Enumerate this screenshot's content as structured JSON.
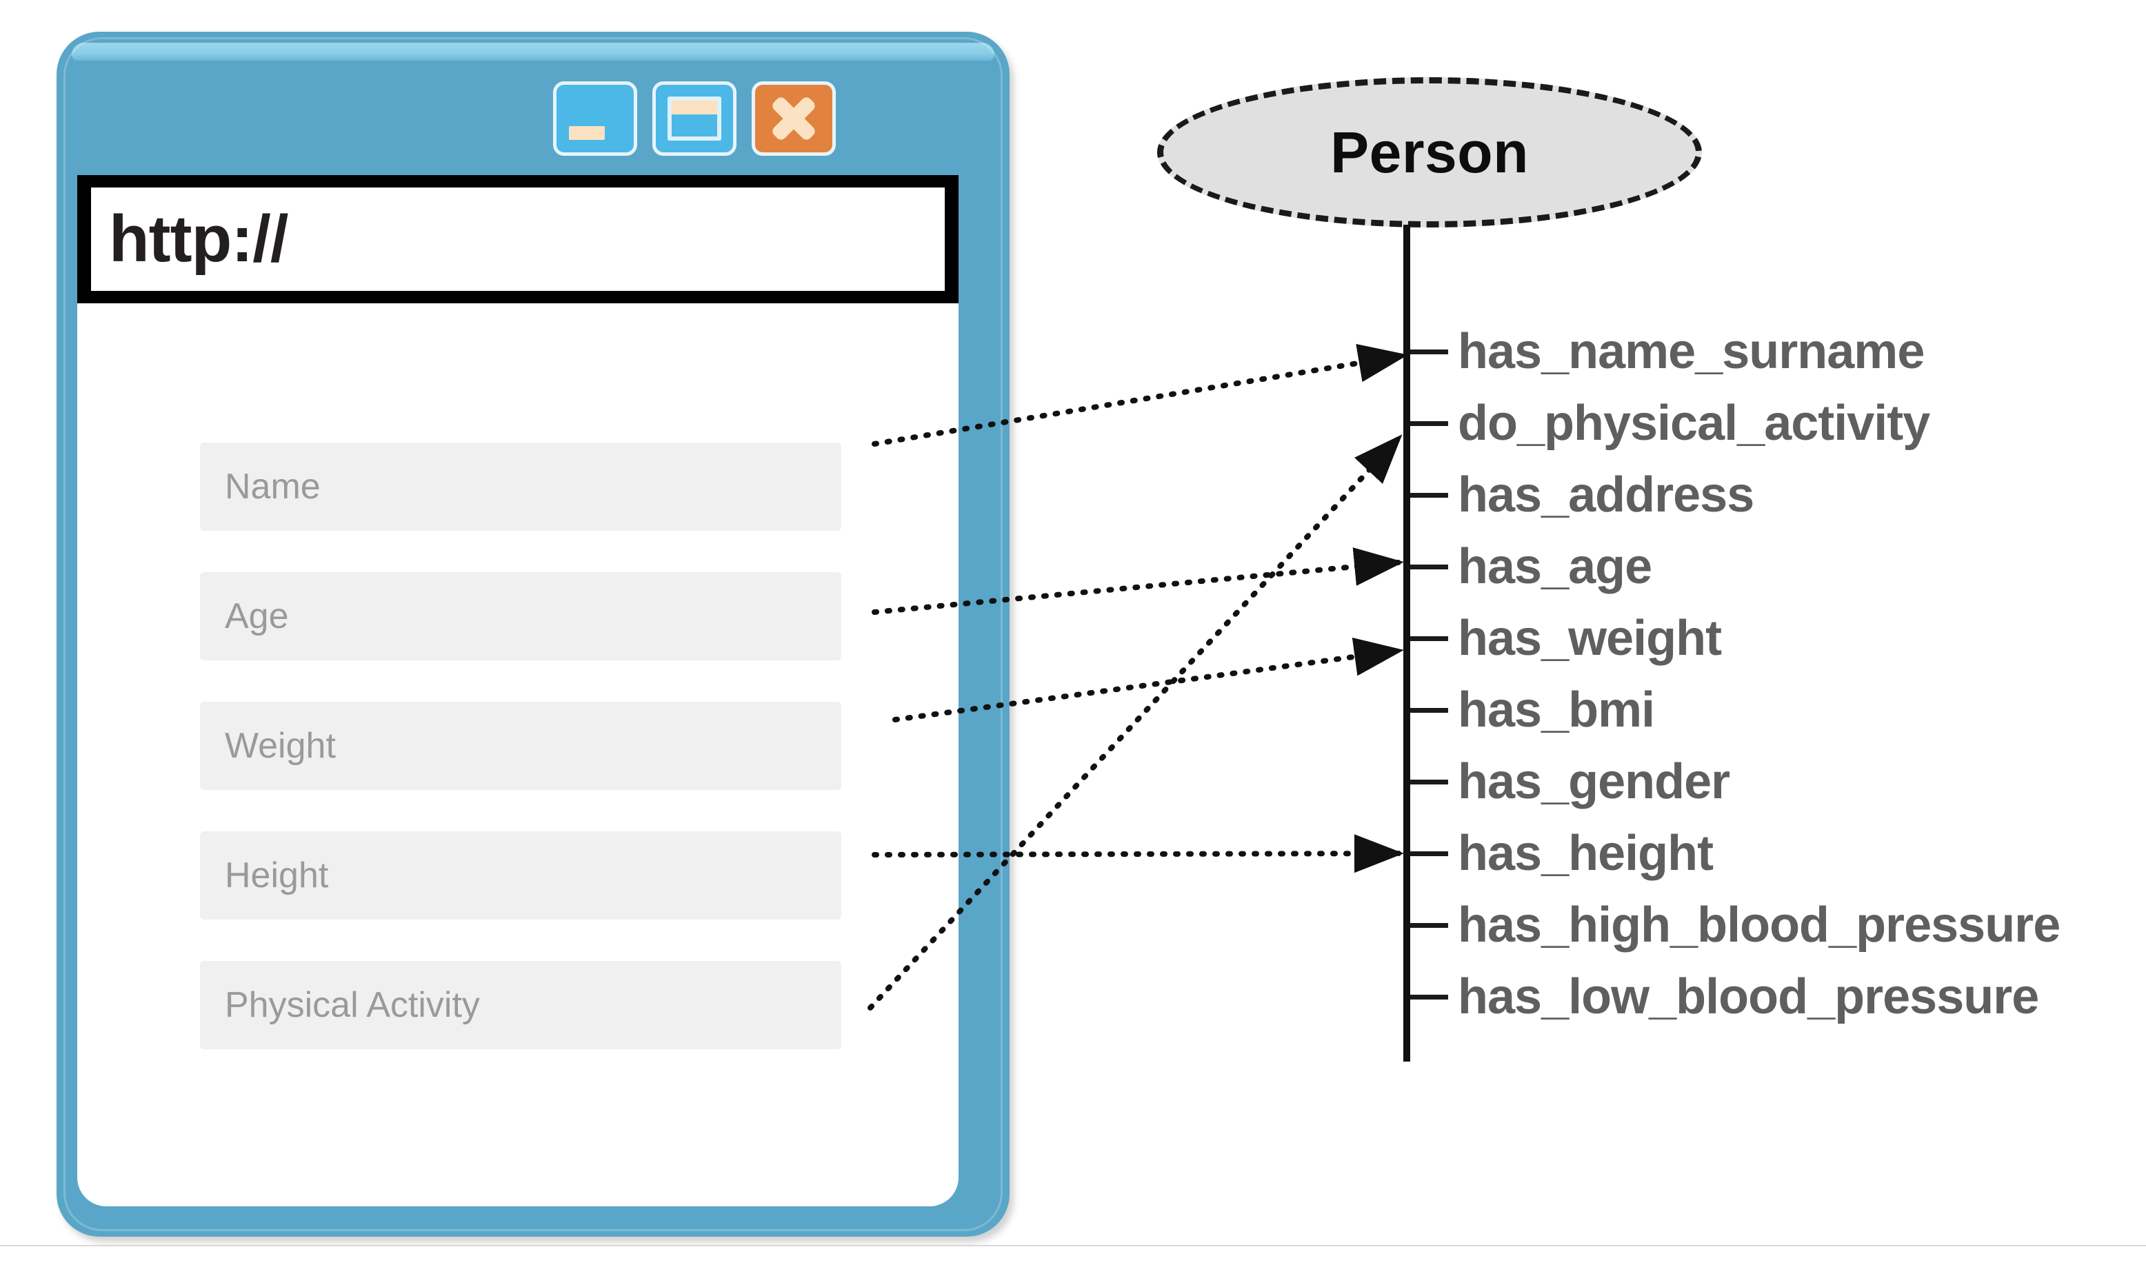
{
  "browser": {
    "url_value": "http://",
    "url_placeholder": "http://",
    "controls": [
      {
        "name": "minimize",
        "icon": "minimize-icon",
        "label": "Minimize"
      },
      {
        "name": "maximize",
        "icon": "maximize-icon",
        "label": "Maximize"
      },
      {
        "name": "close",
        "icon": "close-icon",
        "label": "Close"
      }
    ],
    "form_fields": [
      {
        "placeholder": "Name",
        "value": ""
      },
      {
        "placeholder": "Age",
        "value": ""
      },
      {
        "placeholder": "Weight",
        "value": ""
      },
      {
        "placeholder": "Height",
        "value": ""
      },
      {
        "placeholder": "Physical Activity",
        "value": ""
      }
    ]
  },
  "ontology": {
    "class_label": "Person",
    "properties": [
      {
        "label": "has_name_surname"
      },
      {
        "label": "do_physical_activity"
      },
      {
        "label": "has_address"
      },
      {
        "label": "has_age"
      },
      {
        "label": "has_weight"
      },
      {
        "label": "has_bmi"
      },
      {
        "label": "has_gender"
      },
      {
        "label": "has_height"
      },
      {
        "label": "has_high_blood_pressure"
      },
      {
        "label": "has_low_blood_pressure"
      }
    ]
  },
  "mappings": [
    {
      "from_field": "Name",
      "to_property": "has_name_surname"
    },
    {
      "from_field": "Age",
      "to_property": "has_age"
    },
    {
      "from_field": "Weight",
      "to_property": "has_weight"
    },
    {
      "from_field": "Height",
      "to_property": "has_height"
    },
    {
      "from_field": "Physical Activity",
      "to_property": "do_physical_activity"
    }
  ],
  "colors": {
    "browser_frame": "#59a6c8",
    "frame_highlight": "#9fd8ef",
    "close_button": "#e2823f",
    "control_button": "#4cb8e8",
    "glyph_cream": "#fbe2c2",
    "field_bg": "#f0f0f0",
    "placeholder_text": "#9a9a9a",
    "node_fill": "#e0e0e0",
    "property_text": "#5f5f5f",
    "line_black": "#1a1a1a"
  }
}
